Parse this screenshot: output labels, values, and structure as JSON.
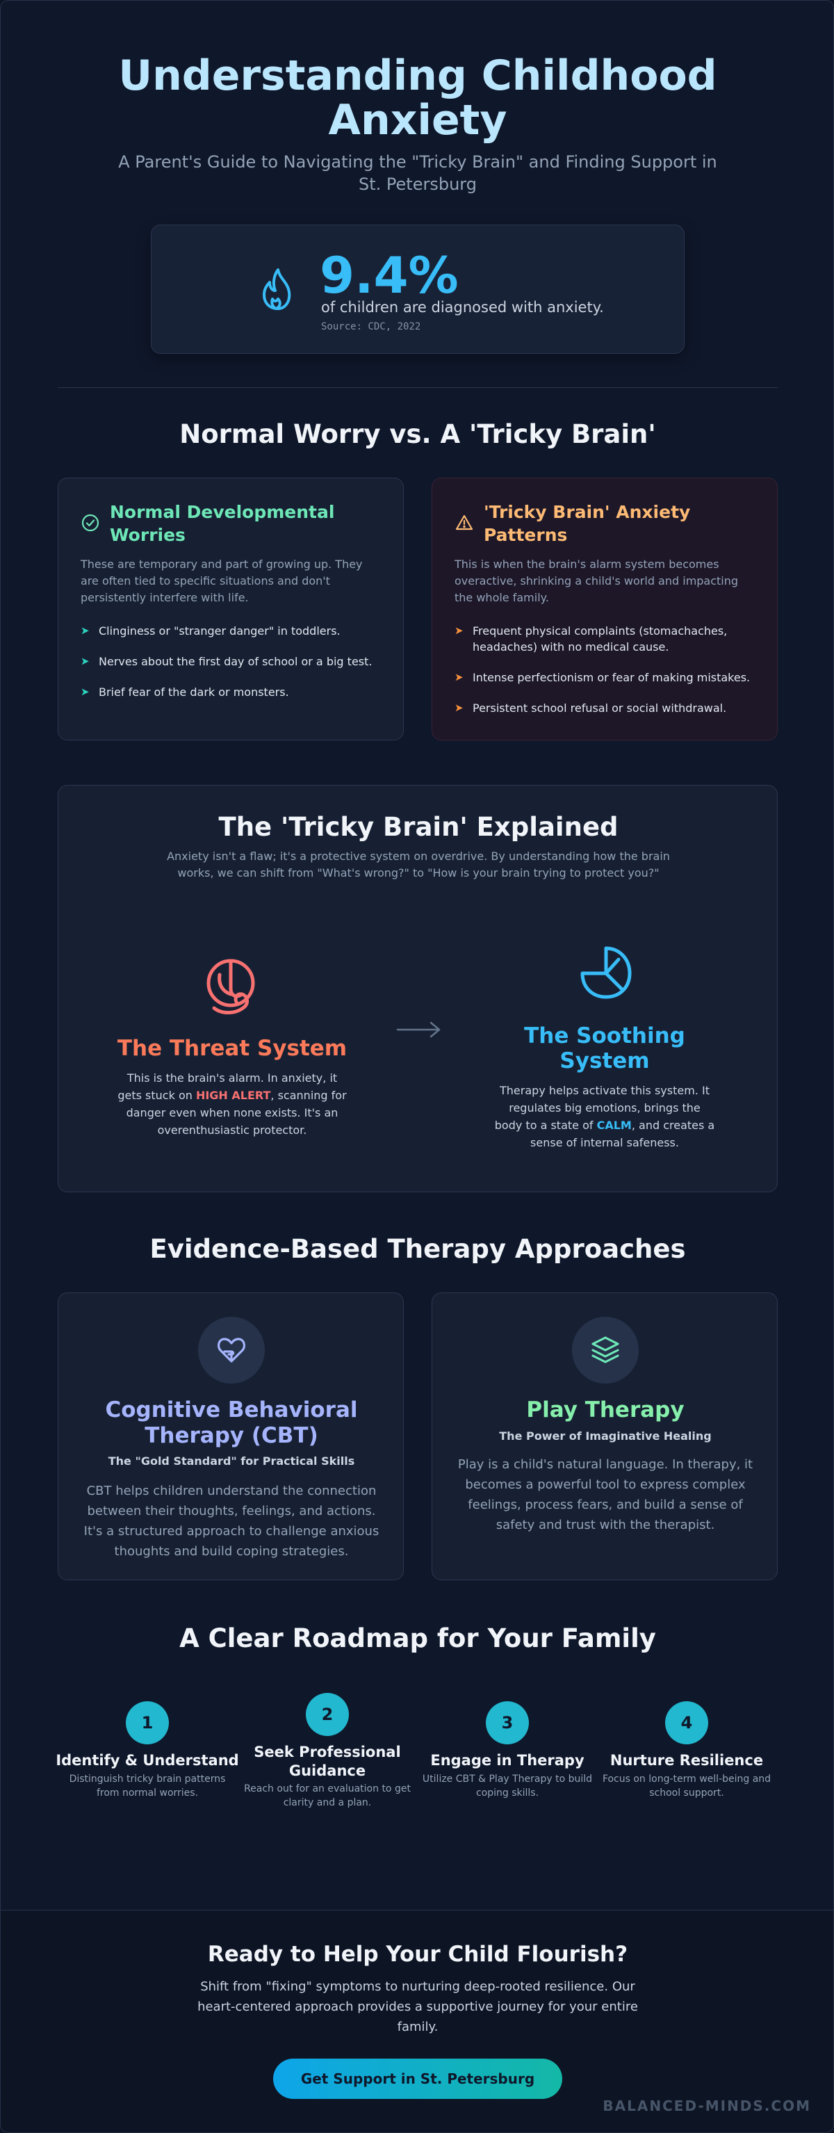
{
  "header": {
    "title_line1": "Understanding Childhood",
    "title_line2": "Anxiety",
    "subtitle": "A Parent's Guide to Navigating the \"Tricky Brain\" and Finding Support in St. Petersburg"
  },
  "stat": {
    "icon": "flame-icon",
    "value": "9.4%",
    "text": "of children are diagnosed with anxiety.",
    "source": "Source: CDC, 2022"
  },
  "comparison": {
    "title": "Normal Worry vs. A 'Tricky Brain'",
    "normal": {
      "icon": "check-circle-icon",
      "title": "Normal Developmental Worries",
      "description": "These are temporary and part of growing up. They are often tied to specific situations and don't persistently interfere with life.",
      "items": [
        "Clinginess or \"stranger danger\" in toddlers.",
        "Nerves about the first day of school or a big test.",
        "Brief fear of the dark or monsters."
      ]
    },
    "tricky": {
      "icon": "warning-triangle-icon",
      "title": "'Tricky Brain' Anxiety Patterns",
      "description": "This is when the brain's alarm system becomes overactive, shrinking a child's world and impacting the whole family.",
      "items": [
        "Frequent physical complaints (stomachaches, headaches) with no medical cause.",
        "Intense perfectionism or fear of making mistakes.",
        "Persistent school refusal or social withdrawal."
      ]
    }
  },
  "explained": {
    "title": "The 'Tricky Brain' Explained",
    "description": "Anxiety isn't a flaw; it's a protective system on overdrive. By understanding how the brain works, we can shift from \"What's wrong?\" to \"How is your brain trying to protect you?\"",
    "threat": {
      "icon": "brain-alarm-icon",
      "title": "The Threat System",
      "desc_before": "This is the brain's alarm. In anxiety, it gets stuck on ",
      "highlight": "HIGH ALERT",
      "desc_after": ", scanning for danger even when none exists. It's an overenthusiastic protector."
    },
    "soothing": {
      "icon": "soothing-shell-icon",
      "title": "The Soothing System",
      "desc_before": "Therapy helps activate this system. It regulates big emotions, brings the body to a state of ",
      "highlight": "CALM",
      "desc_after": ", and creates a sense of internal safeness."
    }
  },
  "therapy": {
    "title": "Evidence-Based Therapy Approaches",
    "cbt": {
      "icon": "heart-hand-icon",
      "title": "Cognitive Behavioral Therapy (CBT)",
      "subtitle": "The \"Gold Standard\" for Practical Skills",
      "description": "CBT helps children understand the connection between their thoughts, feelings, and actions. It's a structured approach to challenge anxious thoughts and build coping strategies."
    },
    "play": {
      "icon": "layers-icon",
      "title": "Play Therapy",
      "subtitle": "The Power of Imaginative Healing",
      "description": "Play is a child's natural language. In therapy, it becomes a powerful tool to express complex feelings, process fears, and build a sense of safety and trust with the therapist."
    }
  },
  "roadmap": {
    "title": "A Clear Roadmap for Your Family",
    "steps": [
      {
        "number": "1",
        "title": "Identify & Understand",
        "description": "Distinguish tricky brain patterns from normal worries."
      },
      {
        "number": "2",
        "title": "Seek Professional Guidance",
        "description": "Reach out for an evaluation to get clarity and a plan."
      },
      {
        "number": "3",
        "title": "Engage in Therapy",
        "description": "Utilize CBT & Play Therapy to build coping skills."
      },
      {
        "number": "4",
        "title": "Nurture Resilience",
        "description": "Focus on long-term well-being and school support."
      }
    ]
  },
  "cta": {
    "title": "Ready to Help Your Child Flourish?",
    "description": "Shift from \"fixing\" symptoms to nurturing deep-rooted resilience. Our heart-centered approach provides a supportive journey for your entire family.",
    "button_label": "Get Support in St. Petersburg",
    "brand": "BALANCED-MINDS.COM"
  },
  "colors": {
    "accent_blue": "#38bdf8",
    "normal_green": "#6ee7b7",
    "tricky_orange": "#fdba74",
    "threat_red": "#f87171",
    "cbt_purple": "#a5b4fc",
    "play_green": "#86efac",
    "step_teal": "#22b8cf"
  }
}
